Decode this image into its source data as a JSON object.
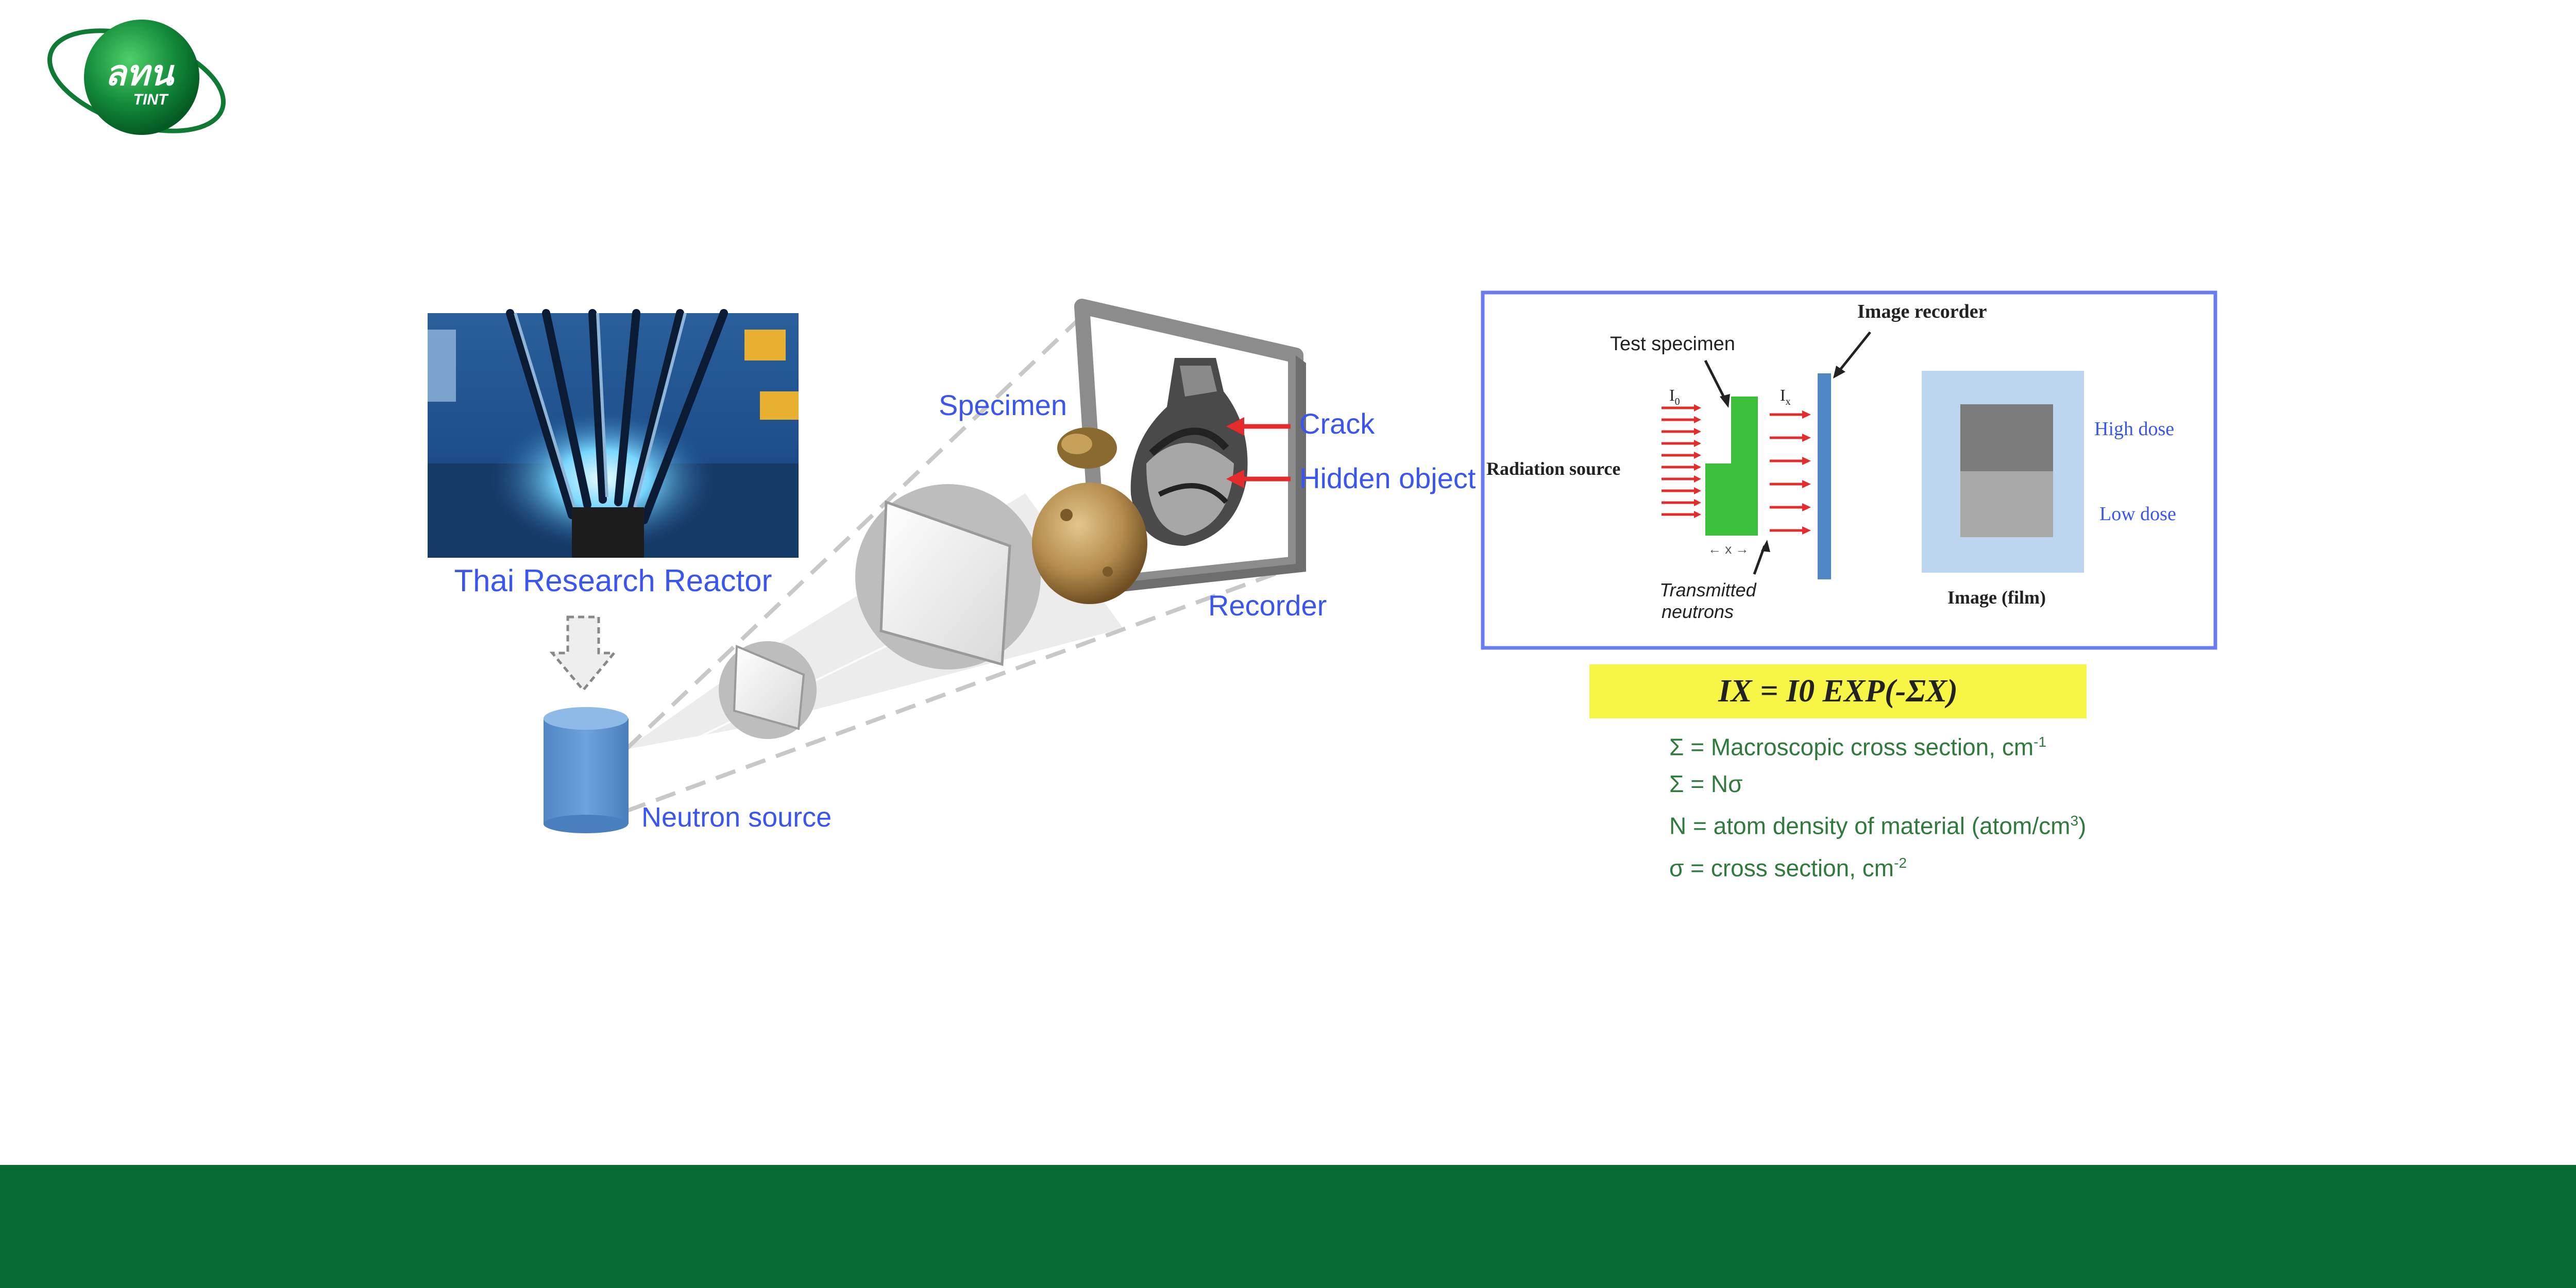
{
  "logo": {
    "line1": "ลทน",
    "line2": "TINT"
  },
  "reactor": {
    "caption": "Thai Research Reactor"
  },
  "setup": {
    "specimen": "Specimen",
    "crack": "Crack",
    "hidden_object": "Hidden object",
    "recorder": "Recorder",
    "neutron_source": "Neutron source"
  },
  "principle": {
    "image_recorder": "Image recorder",
    "test_specimen": "Test specimen",
    "radiation_source": "Radiation source",
    "i0": "I",
    "i0_sub": "0",
    "ix": "I",
    "ix_sub": "x",
    "x_marker": "← x →",
    "transmitted_1": "Transmitted",
    "transmitted_2": "neutrons",
    "high_dose": "High dose",
    "low_dose": "Low dose",
    "image_film": "Image (film)"
  },
  "formula": {
    "text": "IX = I0 EXP(-ΣX)"
  },
  "legend": {
    "l1a": "Σ = Macroscopic cross section, cm",
    "l1b": "-1",
    "l2": "Σ = Nσ",
    "l3a": "N = atom density of material (atom/cm",
    "l3b": "3",
    "l3c": ")",
    "l4a": "σ = cross section, cm",
    "l4b": "-2"
  },
  "colors": {
    "footer": "#066a33",
    "label_blue": "#3a55f0",
    "arrow_red": "#e52b2b",
    "specimen_green": "#3cc03c",
    "formula_bg": "#f7f545",
    "legend_green": "#2f7a3c",
    "frame_blue": "#6a7cf0"
  }
}
